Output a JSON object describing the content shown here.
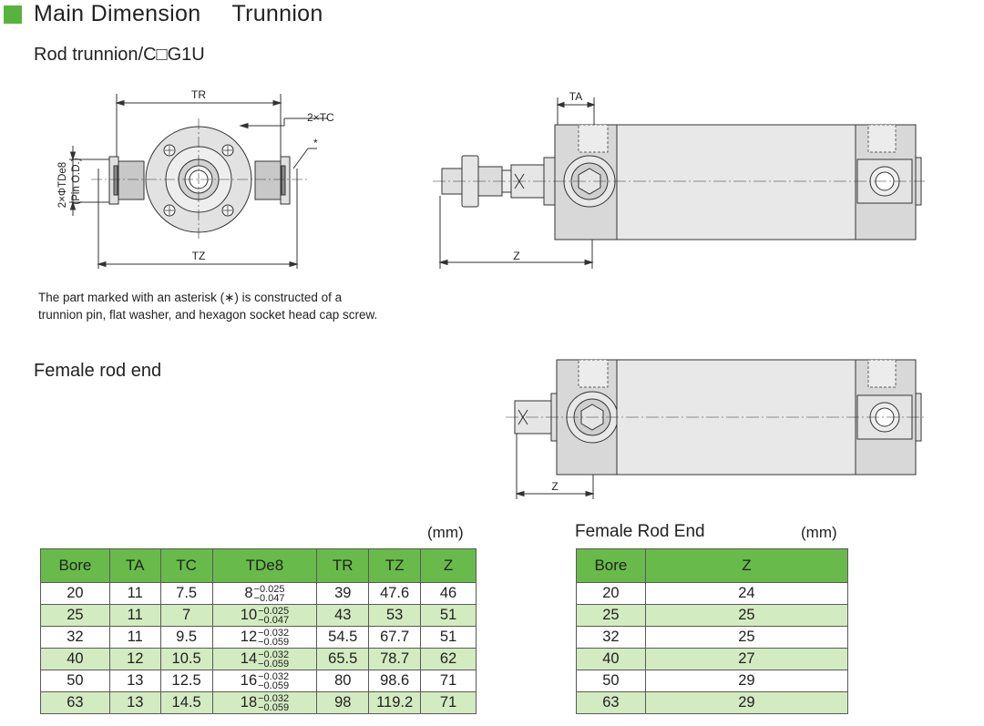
{
  "header": {
    "title": "Main Dimension",
    "title2": "Trunnion"
  },
  "section_rod_trunnion": "Rod trunnion/C□G1U",
  "section_female": "Female rod end",
  "note": "The part marked with an asterisk (∗) is constructed of a trunnion pin, flat washer, and hexagon socket head cap screw.",
  "drawing_labels": {
    "tr": "TR",
    "tz": "TZ",
    "tc": "2×TC",
    "tde8": "2×ΦTDe8",
    "pin_od": "(Pin O.D.)",
    "asterisk": "*",
    "ta": "TA",
    "z": "Z",
    "z2": "Z"
  },
  "main_table": {
    "unit": "(mm)",
    "headers": [
      "Bore",
      "TA",
      "TC",
      "TDe8",
      "TR",
      "TZ",
      "Z"
    ],
    "rows": [
      {
        "bore": "20",
        "ta": "11",
        "tc": "7.5",
        "td_base": "8",
        "td_upper": "−0.025",
        "td_lower": "−0.047",
        "tr": "39",
        "tz": "47.6",
        "z": "46"
      },
      {
        "bore": "25",
        "ta": "11",
        "tc": "7",
        "td_base": "10",
        "td_upper": "−0.025",
        "td_lower": "−0.047",
        "tr": "43",
        "tz": "53",
        "z": "51"
      },
      {
        "bore": "32",
        "ta": "11",
        "tc": "9.5",
        "td_base": "12",
        "td_upper": "−0.032",
        "td_lower": "−0.059",
        "tr": "54.5",
        "tz": "67.7",
        "z": "51"
      },
      {
        "bore": "40",
        "ta": "12",
        "tc": "10.5",
        "td_base": "14",
        "td_upper": "−0.032",
        "td_lower": "−0.059",
        "tr": "65.5",
        "tz": "78.7",
        "z": "62"
      },
      {
        "bore": "50",
        "ta": "13",
        "tc": "12.5",
        "td_base": "16",
        "td_upper": "−0.032",
        "td_lower": "−0.059",
        "tr": "80",
        "tz": "98.6",
        "z": "71"
      },
      {
        "bore": "63",
        "ta": "13",
        "tc": "14.5",
        "td_base": "18",
        "td_upper": "−0.032",
        "td_lower": "−0.059",
        "tr": "98",
        "tz": "119.2",
        "z": "71"
      }
    ]
  },
  "female_table": {
    "title": "Female Rod End",
    "unit": "(mm)",
    "headers": [
      "Bore",
      "Z"
    ],
    "rows": [
      {
        "bore": "20",
        "z": "24"
      },
      {
        "bore": "25",
        "z": "25"
      },
      {
        "bore": "32",
        "z": "25"
      },
      {
        "bore": "40",
        "z": "27"
      },
      {
        "bore": "50",
        "z": "29"
      },
      {
        "bore": "63",
        "z": "29"
      }
    ]
  },
  "colors": {
    "accent_green": "#58b33c",
    "table_header_green": "#68bb4a",
    "row_stripe": "#d3ebc0",
    "drawing_grey": "#dcdcdc"
  }
}
